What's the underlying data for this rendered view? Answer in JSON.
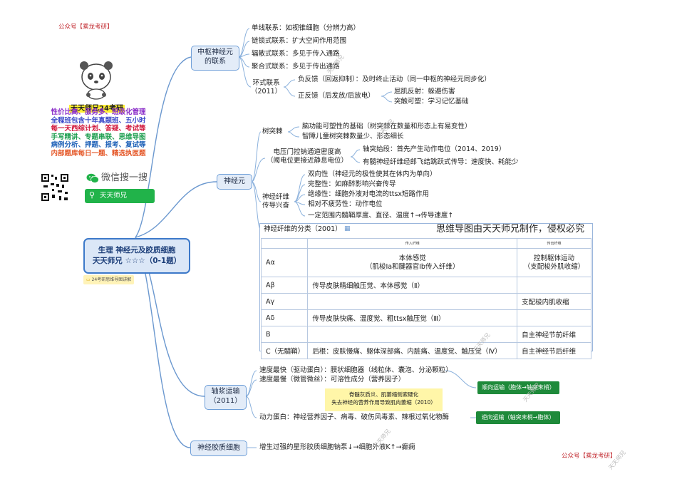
{
  "brand": {
    "top_left": "公众号【乘龙考研】",
    "bottom_right": "公众号【乘龙考研】"
  },
  "ad": {
    "title": "天天师兄24考研",
    "lines": [
      {
        "text": "性价比高、服务多、班级化管理",
        "color": "#8b2fc9"
      },
      {
        "text": "全程班包含十年真题班、五小时",
        "color": "#3a49c9"
      },
      {
        "text": "每一天西综计划、答疑、考试等",
        "color": "#d1163b"
      },
      {
        "text": "手写精讲、专题串联、思维导图",
        "color": "#1d9e4f"
      },
      {
        "text": "病例分析、押题、报考、复试等",
        "color": "#1f62b8"
      },
      {
        "text": "内部题库每日一题、精选执医题",
        "color": "#e55a2b"
      }
    ],
    "wechat_label": "微信搜一搜",
    "search_text": "天天师兄",
    "colors": {
      "title_bg": "#ffee33",
      "search_bg": "#21b34a"
    }
  },
  "root": {
    "line1": "生理 神经元及胶质细胞",
    "line2": "天天师兄 ☆☆☆（0-1题）",
    "note": "24考研思维导图讲解"
  },
  "branches": {
    "central": {
      "label": "中枢神经元\n的联系",
      "items": [
        "单线联系：如视锥细胞（分辨力高）",
        "链锁式联系：扩大空间作用范围",
        "辐散式联系：多见于传入通路",
        "聚合式联系：多见于传出通路"
      ],
      "circuit_label": "环式联系\n（2011）",
      "negative": "负反馈（回返抑制）：及时终止活动（同一中枢的神经元同步化）",
      "positive": "正反馈（后发放/后放电）",
      "positive_items": [
        "屈肌反射：躲避伤害",
        "突触可塑：学习记忆基础"
      ]
    },
    "neuron": {
      "label": "神经元",
      "spine_label": "树突棘",
      "spine_items": [
        "脑功能可塑性的基础（树突棘在数量和形态上有易变性）",
        "智障儿童树突棘数量少、形态细长"
      ],
      "voltage_label": "电压门控钠通道密度高\n（阈电位更接近静息电位）",
      "voltage_items": [
        "轴突始段：首先产生动作电位（2014、2019）",
        "有髓神经纤维经郎飞结跳跃式传导：速度快、耗能少"
      ],
      "fiber_label": "神经纤维\n传导兴奋",
      "fiber_items": [
        "双向性（神经元的极性使其在体内为单向）",
        "完整性：如麻醉影响兴奋传导",
        "绝缘性：细胞外液对电流的ttsx短路作用",
        "相对不疲劳性：动作电位"
      ],
      "fiber_speed": "一定范围内髓鞘厚度、直径、温度↑→传导速度↑",
      "classification": {
        "title": "神经纤维的分类（2001）",
        "copyright": "思维导图由天天师兄制作，侵权必究",
        "col_afferent": "传入纤维",
        "col_efferent": "传出纤维",
        "rows": [
          {
            "type": "Aα",
            "afferent": "本体感觉\n（肌梭Ⅰa和腱器官Ⅰb传入纤维）",
            "efferent": "控制躯体运动\n（支配梭外肌收缩）"
          },
          {
            "type": "Aβ",
            "afferent": "传导皮肤精细触压觉、本体感觉（Ⅱ）",
            "efferent": ""
          },
          {
            "type": "Aγ",
            "afferent": "",
            "efferent": "支配梭内肌收缩"
          },
          {
            "type": "Aδ",
            "afferent": "传导皮肤快痛、温度觉、粗ttsx触压觉（Ⅲ）",
            "efferent": ""
          },
          {
            "type": "B",
            "afferent": "",
            "efferent": "自主神经节前纤维"
          },
          {
            "type": "C（无髓鞘）",
            "afferent": "后根：皮肤慢痛、躯体深部痛、内脏痛、温度觉、触压觉（Ⅳ）",
            "efferent": "自主神经节后纤维"
          }
        ]
      }
    },
    "axoplasmic": {
      "label": "轴浆运输\n（2011）",
      "fast": "速度最快（驱动蛋白）：膜状细胞器（线粒体、囊泡、分泌颗粒）",
      "slow": "速度最慢（微管微丝）：可溶性成分（营养因子）",
      "note": "脊髓灰质炎、肌萎缩侧索硬化\n失去神经的营养作用导致肌肉萎缩（2010）",
      "dynein": "动力蛋白：神经营养因子、病毒、破伤风毒素、辣根过氧化物酶",
      "anterograde": "顺向运输（胞体→轴突末梢）",
      "retrograde": "逆向运输（轴突末梢→胞体）",
      "colors": {
        "note_bg": "#fff6a8",
        "chip_bg": "#1e8a3a"
      }
    },
    "glia": {
      "label": "神经胶质细胞",
      "text": "增生过强的星形胶质细胞钠泵↓→细胞外液K↑→癫痫"
    }
  },
  "watermark": "天天师兄"
}
